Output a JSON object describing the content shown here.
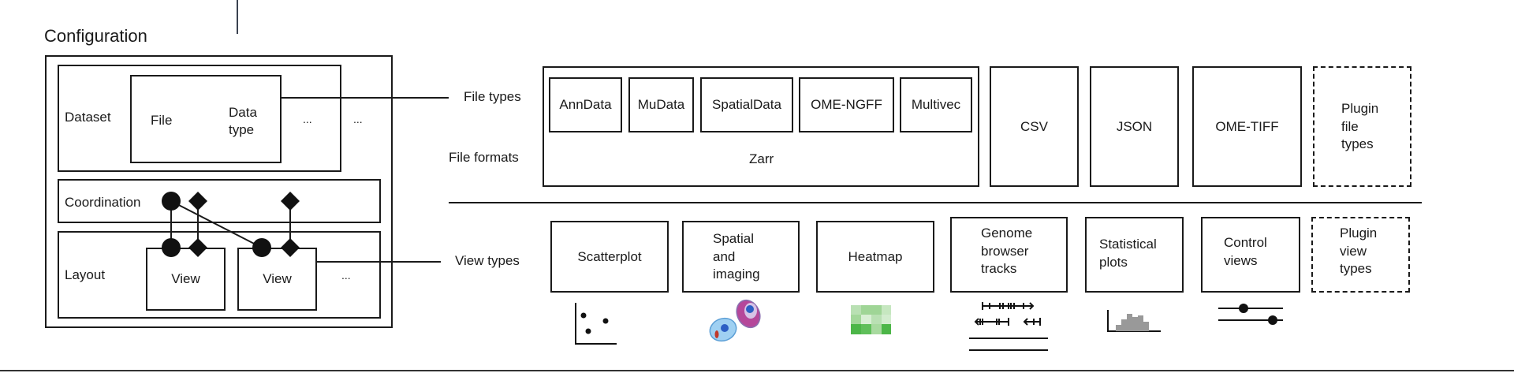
{
  "configuration": {
    "title": "Configuration",
    "dataset": {
      "label": "Dataset",
      "file": "File",
      "data_type_line1": "Data",
      "data_type_line2": "type",
      "ellipsis_inner": "...",
      "ellipsis_outer": "..."
    },
    "coordination": {
      "label": "Coordination"
    },
    "layout": {
      "label": "Layout",
      "views": [
        "View",
        "View"
      ],
      "ellipsis": "..."
    }
  },
  "labels": {
    "file_types": "File types",
    "file_formats": "File formats",
    "view_types": "View types"
  },
  "zarr": {
    "format": "Zarr",
    "file_types": [
      "AnnData",
      "MuData",
      "SpatialData",
      "OME-NGFF",
      "Multivec"
    ]
  },
  "other_formats": [
    "CSV",
    "JSON",
    "OME-TIFF"
  ],
  "plugin_file_types": [
    "Plugin",
    "file",
    "types"
  ],
  "view_types": [
    {
      "lines": [
        "Scatterplot"
      ],
      "icon": "scatterplot-icon"
    },
    {
      "lines": [
        "Spatial",
        "and",
        "imaging"
      ],
      "icon": "cells-icon"
    },
    {
      "lines": [
        "Heatmap"
      ],
      "icon": "heatmap-icon"
    },
    {
      "lines": [
        "Genome",
        "browser",
        "tracks"
      ],
      "icon": "genome-tracks-icon"
    },
    {
      "lines": [
        "Statistical",
        "plots"
      ],
      "icon": "histogram-icon"
    },
    {
      "lines": [
        "Control",
        "views"
      ],
      "icon": "sliders-icon"
    }
  ],
  "plugin_view_types": [
    "Plugin",
    "view",
    "types"
  ],
  "colors": {
    "line": "#1a1a1a",
    "heatmap_green": "#4cb648"
  }
}
